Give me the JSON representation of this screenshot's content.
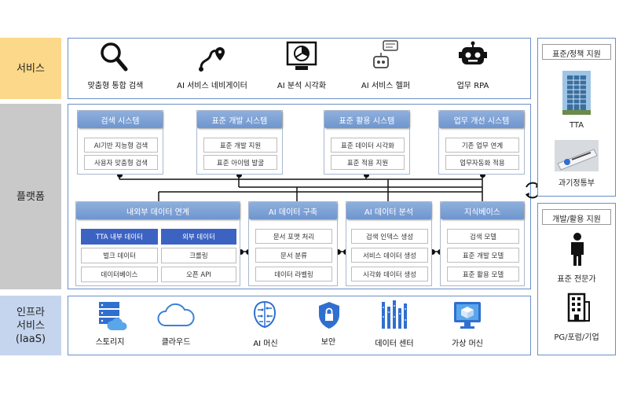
{
  "layers": {
    "service": "서비스",
    "platform": "플랫폼",
    "infra": "인프라\n서비스\n(IaaS)"
  },
  "services": [
    {
      "label": "맞춤형 통합 검색",
      "icon": "magnifier-icon"
    },
    {
      "label": "AI 서비스 네비게이터",
      "icon": "route-pin-icon"
    },
    {
      "label": "AI 분석 시각화",
      "icon": "chart-monitor-icon"
    },
    {
      "label": "AI 서비스 헬퍼",
      "icon": "chat-robot-icon"
    },
    {
      "label": "업무 RPA",
      "icon": "robot-icon"
    }
  ],
  "systems": {
    "search": {
      "title": "검색 시스템",
      "items": [
        "AI기반 지능형 검색",
        "사용자 맞춤형 검색"
      ]
    },
    "std_dev": {
      "title": "표준 개발 시스템",
      "items": [
        "표준 개발 지원",
        "표준 아이템 발굴"
      ]
    },
    "std_use": {
      "title": "표준 활용 시스템",
      "items": [
        "표준 데이터 시각화",
        "표준 적용 지원"
      ]
    },
    "work": {
      "title": "업무 개선 시스템",
      "items": [
        "기존 업무 연계",
        "업무자동화 적용"
      ]
    }
  },
  "data_link": {
    "title": "내외부 데이터 연계",
    "internal": {
      "header": "TTA 내부 데이터",
      "items": [
        "벌크 데이터",
        "데이터베이스"
      ]
    },
    "external": {
      "header": "외부 데이터",
      "items": [
        "크롤링",
        "오픈 API"
      ]
    }
  },
  "modules": {
    "build": {
      "title": "AI 데이터 구축",
      "items": [
        "문서 포맷 처리",
        "문서 분류",
        "데이터 라벨링"
      ]
    },
    "analysis": {
      "title": "AI 데이터 분석",
      "items": [
        "검색 인덱스 생성",
        "서비스 데이터 생성",
        "시각화 데이터 생성"
      ]
    },
    "kb": {
      "title": "지식베이스",
      "items": [
        "검색 모델",
        "표준 개발 모델",
        "표준 활용 모델"
      ]
    }
  },
  "infra": [
    {
      "label": "스토리지",
      "icon": "storage-icon"
    },
    {
      "label": "클라우드",
      "icon": "cloud-icon"
    },
    {
      "label": "AI 머신",
      "icon": "brain-icon"
    },
    {
      "label": "보안",
      "icon": "shield-icon"
    },
    {
      "label": "데이터 센터",
      "icon": "datacenter-icon"
    },
    {
      "label": "가상 머신",
      "icon": "virtual-machine-icon"
    }
  ],
  "support": {
    "policy": {
      "title": "표준/정책 지원",
      "entities": [
        "TTA",
        "과기정통부"
      ]
    },
    "dev": {
      "title": "개발/활용 지원",
      "entities": [
        "표준 전문가",
        "PG/포럼/기업"
      ]
    }
  },
  "colors": {
    "service": "#fbd88a",
    "platform": "#c9c9c9",
    "infra": "#c5d5ee",
    "accent": "#3d63c2"
  }
}
